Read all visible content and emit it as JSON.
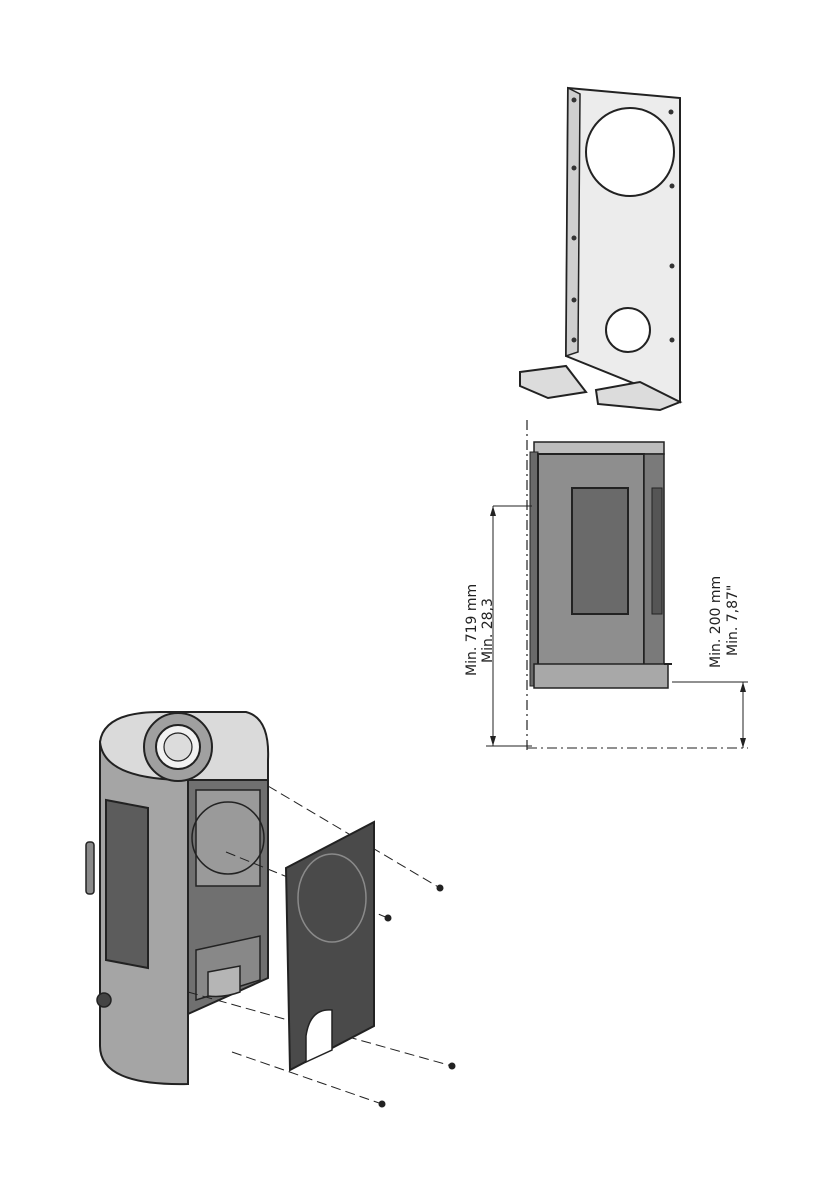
{
  "dimensions": {
    "height_metric": "Min. 719 mm",
    "height_imperial": "Min. 28,3",
    "clearance_metric": "Min. 200 mm",
    "clearance_imperial": "Min. 7,87\""
  },
  "colors": {
    "line": "#222222",
    "plate_fill": "#e4e4e4",
    "stove_body": "#9a9a9a",
    "stove_dark": "#5e5e5e",
    "glass": "#6f6f6f",
    "panel_fill": "#4a4a4a",
    "top_fill": "#d6d6d6"
  }
}
